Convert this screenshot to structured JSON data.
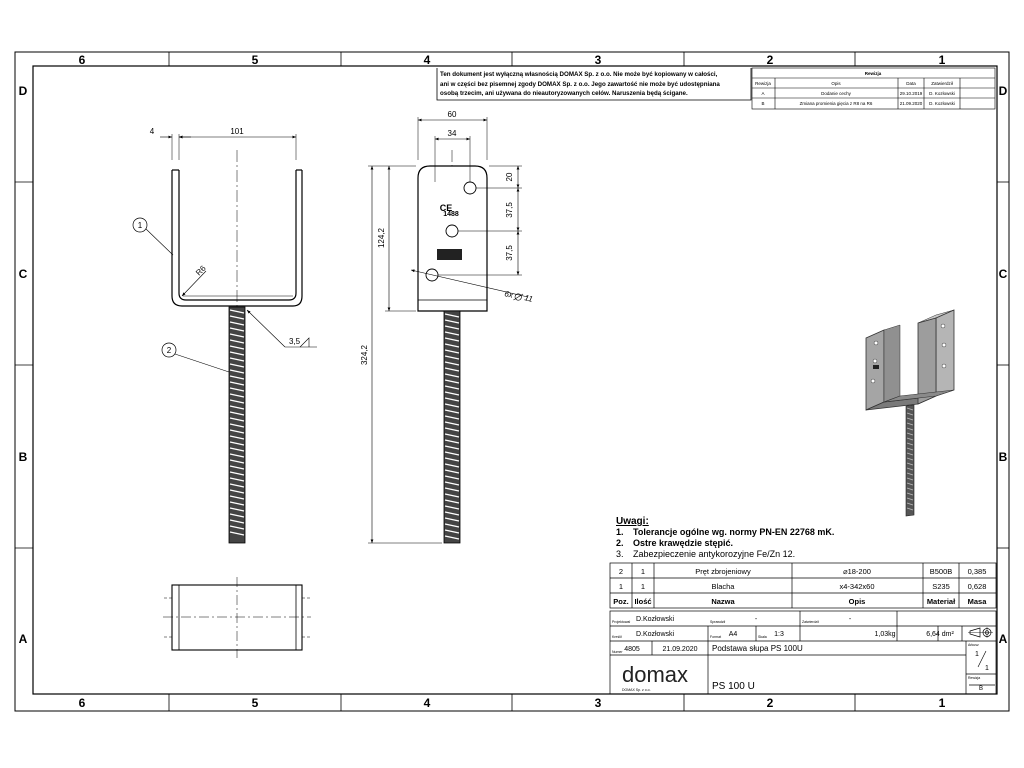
{
  "frame": {
    "columns_top": [
      "6",
      "5",
      "4",
      "3",
      "2",
      "1"
    ],
    "columns_bottom": [
      "6",
      "5",
      "4",
      "3",
      "2",
      "1"
    ],
    "rows_left": [
      "D",
      "C",
      "B",
      "A"
    ],
    "rows_right": [
      "D",
      "C",
      "B",
      "A"
    ]
  },
  "notice": {
    "line1": "Ten dokument jest wyłączną własnością DOMAX Sp. z o.o. Nie może być kopiowany w całości,",
    "line2": "ani w części bez pisemnej zgody DOMAX Sp. z o.o. Jego zawartość nie może być udostępniana",
    "line3": "osobą trzecim, ani używana do nieautoryzowanych celów. Naruszenia będą ścigane."
  },
  "revisions": {
    "title": "Rewizja",
    "headers": [
      "Rewizja",
      "Opis",
      "Data",
      "Zatwierdził"
    ],
    "rows": [
      {
        "rev": "A",
        "desc": "Dodanie cechy",
        "date": "29.10.2019",
        "by": "D. Kozłowski"
      },
      {
        "rev": "B",
        "desc": "Zmiana promienia gięcia z R8 na R6",
        "date": "21.09.2020",
        "by": "D. Kozłowski"
      }
    ]
  },
  "dimensions": {
    "plate_thickness": "4",
    "inner_width": "101",
    "bend_radius": "R6",
    "weld": "3,5",
    "plate_width": "60",
    "hole_spacing": "34",
    "hole_top": "20",
    "hole_mid1": "37,5",
    "hole_mid2": "37,5",
    "plate_height": "124,2",
    "total_height": "324,2",
    "holes": "6x",
    "hole_diameter": "11"
  },
  "balloons": [
    "1",
    "2"
  ],
  "marking": {
    "ce": "CE",
    "code": "1488"
  },
  "notes": {
    "title": "Uwagi:",
    "items": [
      {
        "num": "1.",
        "text": "Tolerancje ogólne wg. normy PN-EN 22768 mK."
      },
      {
        "num": "2.",
        "text": "Ostre krawędzie stępić."
      },
      {
        "num": "3.",
        "text": "Zabezpieczenie antykorozyjne Fe/Zn 12."
      }
    ]
  },
  "bom": {
    "headers": [
      "Poz.",
      "Ilość",
      "Nazwa",
      "Opis",
      "Materiał",
      "Masa"
    ],
    "rows": [
      {
        "pos": "2",
        "qty": "1",
        "name": "Pręt zbrojeniowy",
        "desc": "⌀18-200",
        "mat": "B500B",
        "mass": "0,385"
      },
      {
        "pos": "1",
        "qty": "1",
        "name": "Blacha",
        "desc": "x4-342x60",
        "mat": "S235",
        "mass": "0,628"
      }
    ]
  },
  "titleblock": {
    "designer": "D.Kozłowski",
    "checker": "D.Kozłowski",
    "inspector": "-",
    "approver": "-",
    "format": "A4",
    "scale": "1:3",
    "mass": "1,03kg",
    "surface": "6,64 dm²",
    "number": "4805",
    "date": "21.09.2020",
    "title": "Podstawa słupa PS 100U",
    "part": "PS 100 U",
    "company": "domax",
    "company_sub": "DOMAX Sp. z o.o.",
    "sheet_now": "1",
    "sheet_total": "1",
    "revision": "B",
    "labels": {
      "projektowal": "Projektował",
      "sprawdzil": "Sprawdził",
      "zatwierdzil": "Zatwierdził",
      "kreslil": "Kreślił",
      "format": "Format",
      "skala": "Skala",
      "arkusz": "Arkusz",
      "rewizja": "Rewizja",
      "numer": "Numer"
    }
  },
  "colors": {
    "line": "#000000",
    "thin": "#333333",
    "iso_plate": "#9a9a9a",
    "iso_dark": "#555555"
  }
}
